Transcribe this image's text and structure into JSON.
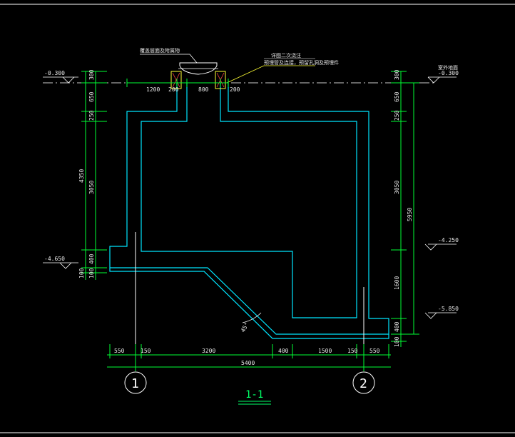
{
  "drawing": {
    "title": "1-1",
    "notes": {
      "top_left": "覆盖层面及附属物",
      "top_right_1": "详图二次浇注",
      "top_right_2": "预埋管及连接，预留孔洞及预埋件",
      "right_ground": "室外地面"
    },
    "levels": {
      "left_top": "-0.300",
      "right_top": "-0.300",
      "left_mid": "-4.650",
      "right_mid": "-4.250",
      "right_low": "-5.850"
    },
    "dims_left": [
      "300",
      "650",
      "250",
      "3050",
      "400",
      "100"
    ],
    "dims_left_total": "4350",
    "dims_right": [
      "300",
      "650",
      "250",
      "3050",
      "1600",
      "400",
      "100"
    ],
    "dims_right_total": "5950",
    "dims_top": [
      "1200",
      "200",
      "800",
      "200"
    ],
    "dims_bottom": [
      "550",
      "150",
      "3200",
      "400",
      "1500",
      "150",
      "550"
    ],
    "dims_bottom_total": "5400",
    "angle": "45°",
    "axes": [
      "1",
      "2"
    ]
  },
  "colors": {
    "background": "#000000",
    "wall": "#00e5ff",
    "dimension": "#00ff33",
    "text": "#e8e8e8",
    "leader": "#ffff33"
  }
}
